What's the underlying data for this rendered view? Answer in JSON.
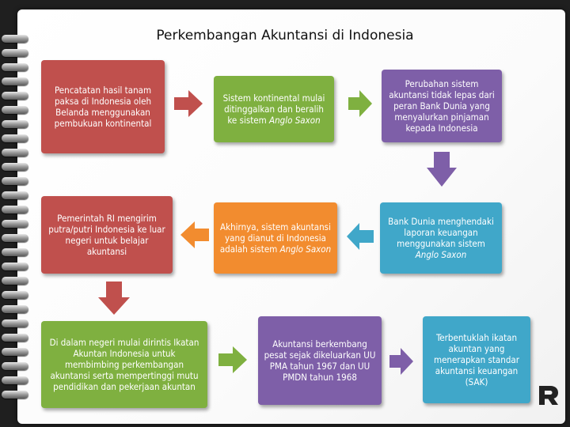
{
  "title": "Perkembangan Akuntansi di Indonesia",
  "boxes": {
    "r1c1": "Pencatatan hasil tanam paksa di Indonesia oleh Belanda menggunakan pembukuan kontinental",
    "r1c2_a": "Sistem kontinental mulai ditinggalkan dan beralih ke sistem ",
    "r1c2_b": "Anglo Saxon",
    "r1c3": "Perubahan sistem akuntansi tidak lepas dari peran Bank Dunia yang menyalurkan pinjaman kepada Indonesia",
    "r2c1": "Pemerintah RI mengirim putra/putri Indonesia ke luar negeri untuk belajar akuntansi",
    "r2c2_a": "Akhirnya, sistem akuntansi yang dianut di Indonesia adalah sistem ",
    "r2c2_b": "Anglo Saxon",
    "r2c3_a": "Bank Dunia menghendaki laporan keuangan menggunakan sistem ",
    "r2c3_b": "Anglo Saxon",
    "r3c1": "Di dalam negeri mulai dirintis Ikatan Akuntan Indonesia untuk membimbing perkembangan akuntansi serta mempertinggi mutu pendidikan dan pekerjaan akuntan",
    "r3c2": "Akuntansi berkembang pesat sejak dikeluarkan UU PMA tahun 1967 dan UU PMDN tahun 1968",
    "r3c3": "Terbentuklah ikatan akuntan yang menerapkan standar akuntansi keuangan (SAK)"
  },
  "colors": {
    "red": "#c0504d",
    "green": "#7fb040",
    "purple": "#7e5fa8",
    "blue": "#40a7c9",
    "orange": "#f28c2f"
  },
  "icons": {
    "logo": "r-logo-icon"
  }
}
